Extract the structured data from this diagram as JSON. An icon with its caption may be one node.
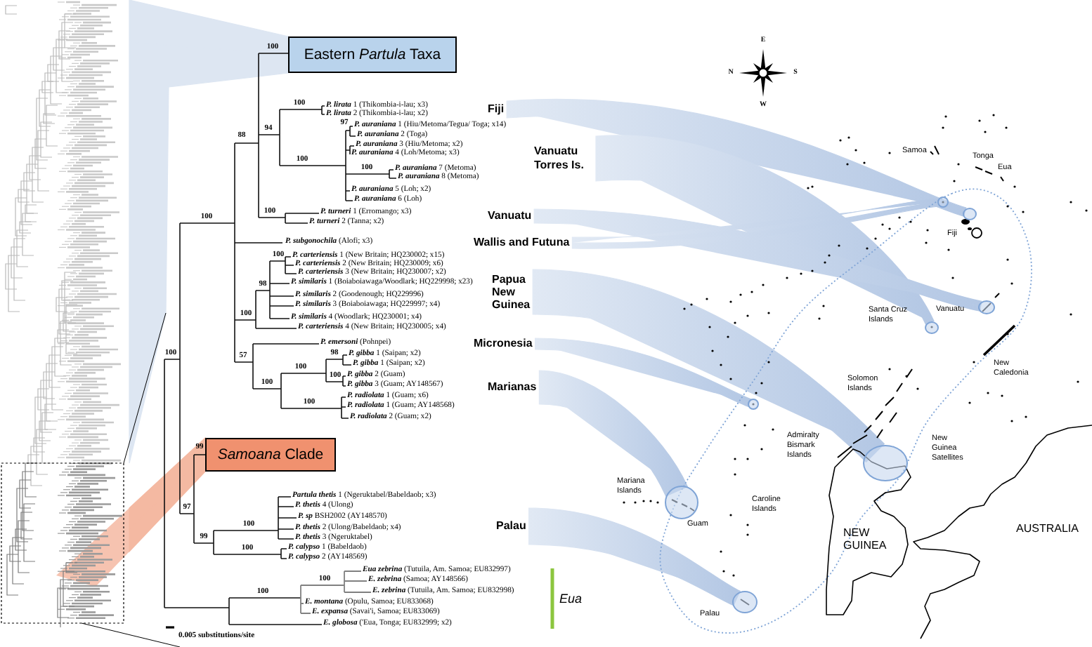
{
  "diagram": {
    "nodes": [
      {
        "text": [],
        "shape": "picture"
      },
      {
        "text": [
          "Eastern *Partula* Taxa"
        ]
      },
      {
        "text": [
          "Fiji"
        ]
      },
      {
        "text": [
          "Vanuatu Torres Is."
        ]
      },
      {
        "text": [
          "Vanuatu"
        ]
      },
      {
        "text": [
          "Wallis and Futuna"
        ]
      },
      {
        "text": [
          "Papua New Guinea"
        ]
      },
      {
        "text": [
          "Micronesia"
        ]
      },
      {
        "text": [
          "Marianas"
        ]
      },
      {
        "text": [
          "*Samoana* Clade"
        ]
      },
      {
        "text": [
          "Palau"
        ]
      },
      {
        "text": [],
        "shape": "circle"
      },
      {
        "text": [],
        "shape": "circle"
      },
      {
        "text": [],
        "shape": "circle"
      },
      {
        "text": [],
        "shape": "circle",
        "beside": [
          "Santa Cruz Islands"
        ]
      },
      {
        "text": [],
        "shape": "circle"
      },
      {
        "text": [],
        "shape": "circle",
        "beside": [
          "New Guinea Satellites"
        ]
      },
      {
        "text": [],
        "shape": "circle",
        "beside": [
          "Mariana Islands",
          "Guam"
        ]
      },
      {
        "text": [],
        "shape": "circle",
        "beside": [
          "Palau"
        ]
      }
    ],
    "edges": [
      {
        "from": 0,
        "to": 1,
        "arrow": "none",
        "color": "#dde6f2"
      },
      {
        "from": 0,
        "to": 9,
        "arrow": "none",
        "color": "#f4b9a2"
      },
      {
        "from": 2,
        "to": 12,
        "arrow": "none"
      },
      {
        "from": 3,
        "to": 14,
        "arrow": "none"
      },
      {
        "from": 4,
        "to": 13,
        "arrow": "none"
      },
      {
        "from": 5,
        "to": 11,
        "arrow": "none"
      },
      {
        "from": 6,
        "to": 16,
        "arrow": "none"
      },
      {
        "from": 7,
        "to": 15,
        "arrow": "none"
      },
      {
        "from": 8,
        "to": 17,
        "arrow": "none"
      },
      {
        "from": 10,
        "to": 18,
        "arrow": "none"
      }
    ],
    "labels": [
      "100",
      "88",
      "100",
      "*P. lirata* 1 (Thikombia-i-lau; x3)",
      "*P. lirata* 2 (Thikombia-i-lau; x2)",
      "94",
      "97",
      "*P. auraniana* 1 (Hiu/Metoma/Tegua/ Toga; x14)",
      "*P. auraniana* 2 (Toga)",
      "*P. auraniana* 3 (Hiu/Metoma; x2)",
      "*P. auraniana* 4 (Loh/Metoma; x3)",
      "100",
      "100",
      "*P. auraniana* 7 (Metoma)",
      "*P. auraniana* 8 (Metoma)",
      "*P. auraniana* 5 (Loh; x2)",
      "*P. auraniana* 6 (Loh)",
      "100",
      "*P. turneri* 1 (Erromango; x3)",
      "*P. turneri* 2 (Tanna; x2)",
      "100",
      "*P. subgonochila* (Alofi; x3)",
      "100",
      "*P. carteriensis* 1 (New Britain; HQ230002; x15)",
      "*P. carteriensis* 2 (New Britain; HQ230009; x6)",
      "*P. carteriensis* 3 (New Britain; HQ230007; x2)",
      "*P. similaris* 1 (Boiaboiawaga/Woodlark; HQ229998; x23)",
      "98",
      "*P. similaris* 2 (Goodenough; HQ229996)",
      "*P. similaris* 3 (Boiaboiawaga; HQ229997; x4)",
      "100",
      "*P. similaris* 4 (Woodlark; HQ230001; x4)",
      "*P. carteriensis* 4 (New Britain; HQ230005; x4)",
      "*P. emersoni* (Pohnpei)",
      "98",
      "*P. gibba* 1 (Saipan; x2)",
      "100",
      "57",
      "*P. gibba* 1 (Saipan; x2)",
      "100",
      "100",
      "*P. gibba* 2 (Guam)",
      "100",
      "*P. gibba* 3 (Guam; AY148567)",
      "*P. radiolata* 1 (Guam; x6)",
      "100",
      "*P. radiolata* 1 (Guam; AY148568)",
      "*P. radiolata* 2 (Guam; x2)",
      "99",
      "97",
      "*Partula thetis* 1 (Ngeruktabel/Babeldaob; x3)",
      "*P. thetis* 4 (Ulong)",
      "*P. sp* BSH2002 (AY148570)",
      "100",
      "*P. thetis* 2 (Ulong/Babeldaob; x4)",
      "99",
      "*P. thetis* 3 (Ngeruktabel)",
      "100",
      "*P. calypso* 1 (Babeldaob)",
      "*P. calypso* 2 (AY148569)",
      "*Eua zebrina* (Tutuila, Am. Samoa; EU832997)",
      "100",
      "*E. zebrina* (Samoa; AY148566)",
      "*E. zebrina* (Tutuila, Am. Samoa; EU832998)",
      "100",
      "*E. montana* (Opulu, Samoa; EU833068)",
      "*E. expansa* (Savai'i, Samoa; EU833069)",
      "*E. globosa* ('Eua, Tonga; EU832999; x2)",
      "Eua",
      "0.005 substitutions/site",
      "E",
      "N",
      "S",
      "W",
      "Samoa",
      "Tonga",
      "Eua",
      "Fiji",
      "Vanuatu",
      "New Caledonia",
      "Solomon Islands",
      "Admiralty Bismark Islands",
      "Caroline Islands",
      "AUSTRALIA",
      "NEW GUINEA"
    ]
  }
}
